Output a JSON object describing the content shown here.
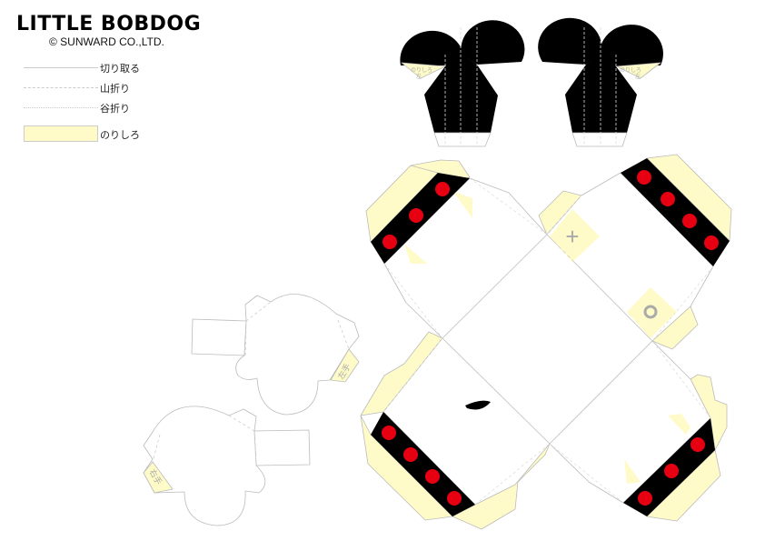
{
  "header": {
    "title": "LITTLE BOBDOG",
    "copyright": "© SUNWARD CO.,LTD."
  },
  "legend": [
    {
      "label": "切り取る",
      "style": "solid"
    },
    {
      "label": "山折り",
      "style": "dashed"
    },
    {
      "label": "谷折り",
      "style": "dash-dot"
    },
    {
      "label": "のりしろ",
      "style": "glue-swatch"
    }
  ],
  "pieces": {
    "ear_glue_label": "のりしろ",
    "ear_glue_sub": "左",
    "left_hand_label": "左手",
    "right_hand_label": "右手",
    "plus_mark": "+",
    "circle_mark": "○"
  },
  "colors": {
    "glue": "#fffbc8",
    "outline": "#bbbbbb",
    "black": "#000000",
    "dot": "#e60012",
    "mark": "#aaaaaa"
  }
}
